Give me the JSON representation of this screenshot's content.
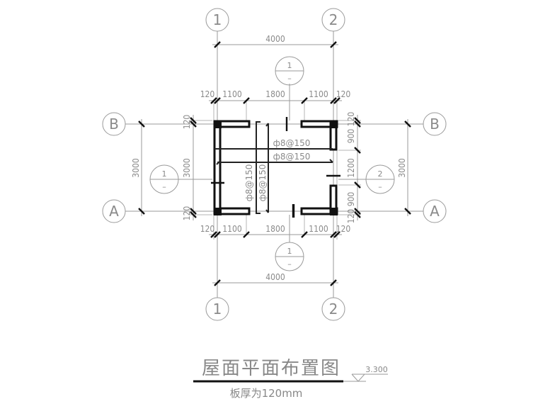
{
  "drawing": {
    "title": "屋面平面布置图",
    "subtitle": "板厚为120mm",
    "elevation": "3.300"
  },
  "axes": {
    "vertical": [
      {
        "label": "1"
      },
      {
        "label": "2"
      }
    ],
    "horizontal": [
      {
        "label": "B"
      },
      {
        "label": "A"
      }
    ]
  },
  "dimensions": {
    "top_overall": "4000",
    "top_segments": [
      "120",
      "1100",
      "1800",
      "1100",
      "120"
    ],
    "bottom_segments": [
      "120",
      "1100",
      "1800",
      "1100",
      "120"
    ],
    "bottom_overall": "4000",
    "left_overall": "3000",
    "left_segments": [
      "120",
      "3000",
      "120"
    ],
    "right_segments": [
      "120",
      "900",
      "1200",
      "900",
      "120"
    ],
    "right_overall": "3000"
  },
  "sections": {
    "top": {
      "number": "1",
      "sheet": "–"
    },
    "bottom": {
      "number": "1",
      "sheet": "–"
    },
    "left": {
      "number": "1",
      "sheet": "–"
    },
    "right": {
      "number": "2",
      "sheet": "–"
    }
  },
  "rebar": {
    "horizontal_1": "ф8@150",
    "horizontal_2": "ф8@150",
    "vertical_1": "ф8@150",
    "vertical_2": "ф8@150"
  }
}
